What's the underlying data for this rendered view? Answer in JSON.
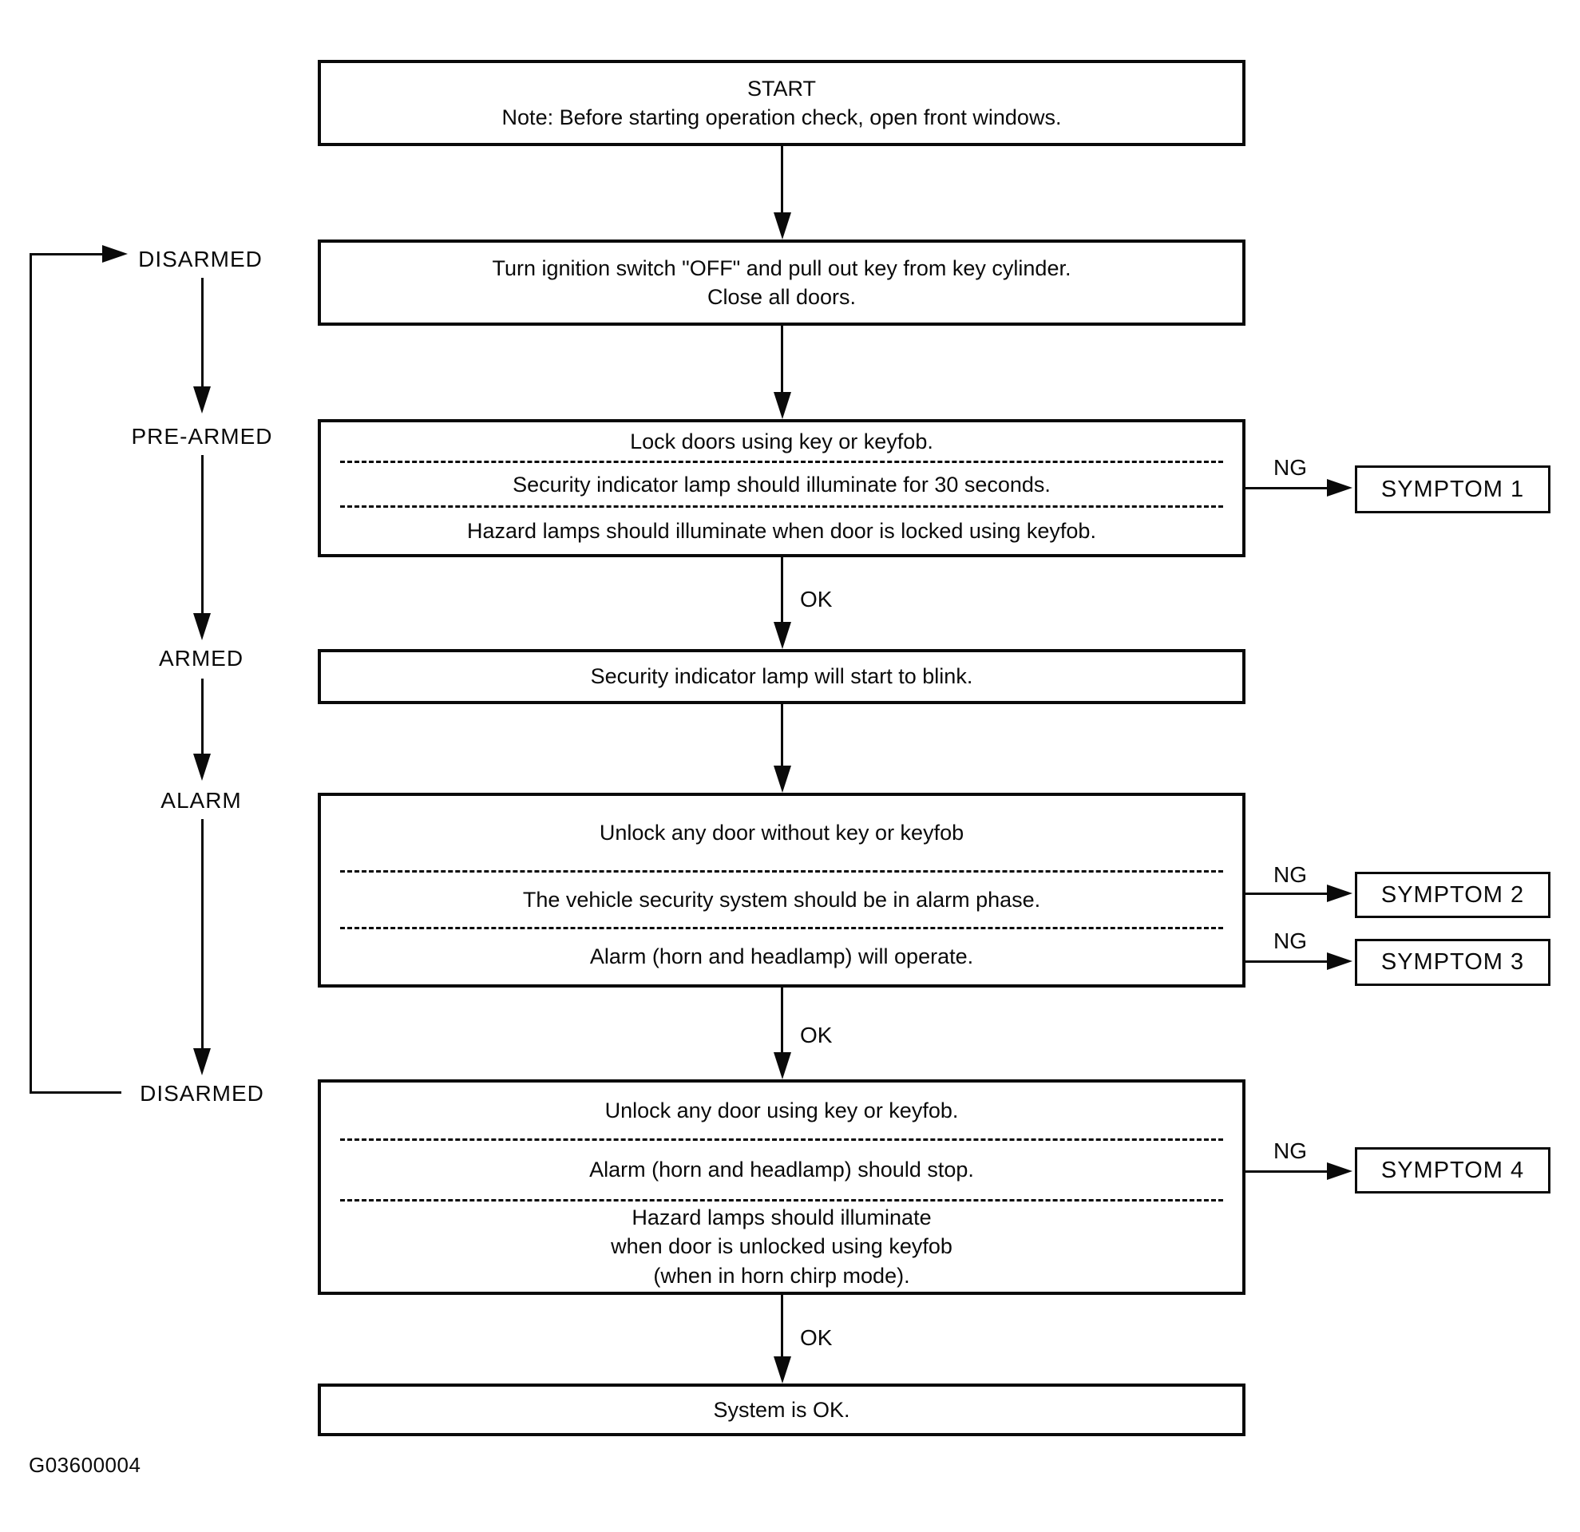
{
  "figure_id": "G03600004",
  "colors": {
    "line": "#0a0a0a",
    "background": "#ffffff"
  },
  "states": [
    "DISARMED",
    "PRE-ARMED",
    "ARMED",
    "ALARM",
    "DISARMED"
  ],
  "edge_labels": {
    "ok": "OK",
    "ng": "NG"
  },
  "flow": {
    "start": {
      "title": "START",
      "note": "Note: Before starting operation check, open front windows."
    },
    "step2": {
      "lines": [
        "Turn ignition switch \"OFF\" and pull out key from key cylinder.",
        "Close all doors."
      ]
    },
    "step3": {
      "segments": [
        "Lock doors using key or keyfob.",
        "Security indicator lamp should illuminate for 30 seconds.",
        "Hazard lamps should illuminate when door is locked using keyfob."
      ]
    },
    "step4": {
      "text": "Security indicator lamp will start to blink."
    },
    "step5": {
      "segments": [
        "Unlock any door without key or keyfob",
        "The vehicle security system should be in alarm phase.",
        "Alarm (horn and headlamp) will operate."
      ]
    },
    "step6": {
      "segments": [
        "Unlock any door using key or keyfob.",
        "Alarm (horn and headlamp) should stop."
      ],
      "segment3_lines": [
        "Hazard lamps should illuminate",
        "when door is unlocked using keyfob",
        "(when in horn chirp mode)."
      ]
    },
    "step7": {
      "text": "System is OK."
    }
  },
  "symptoms": [
    "SYMPTOM 1",
    "SYMPTOM 2",
    "SYMPTOM 3",
    "SYMPTOM 4"
  ]
}
